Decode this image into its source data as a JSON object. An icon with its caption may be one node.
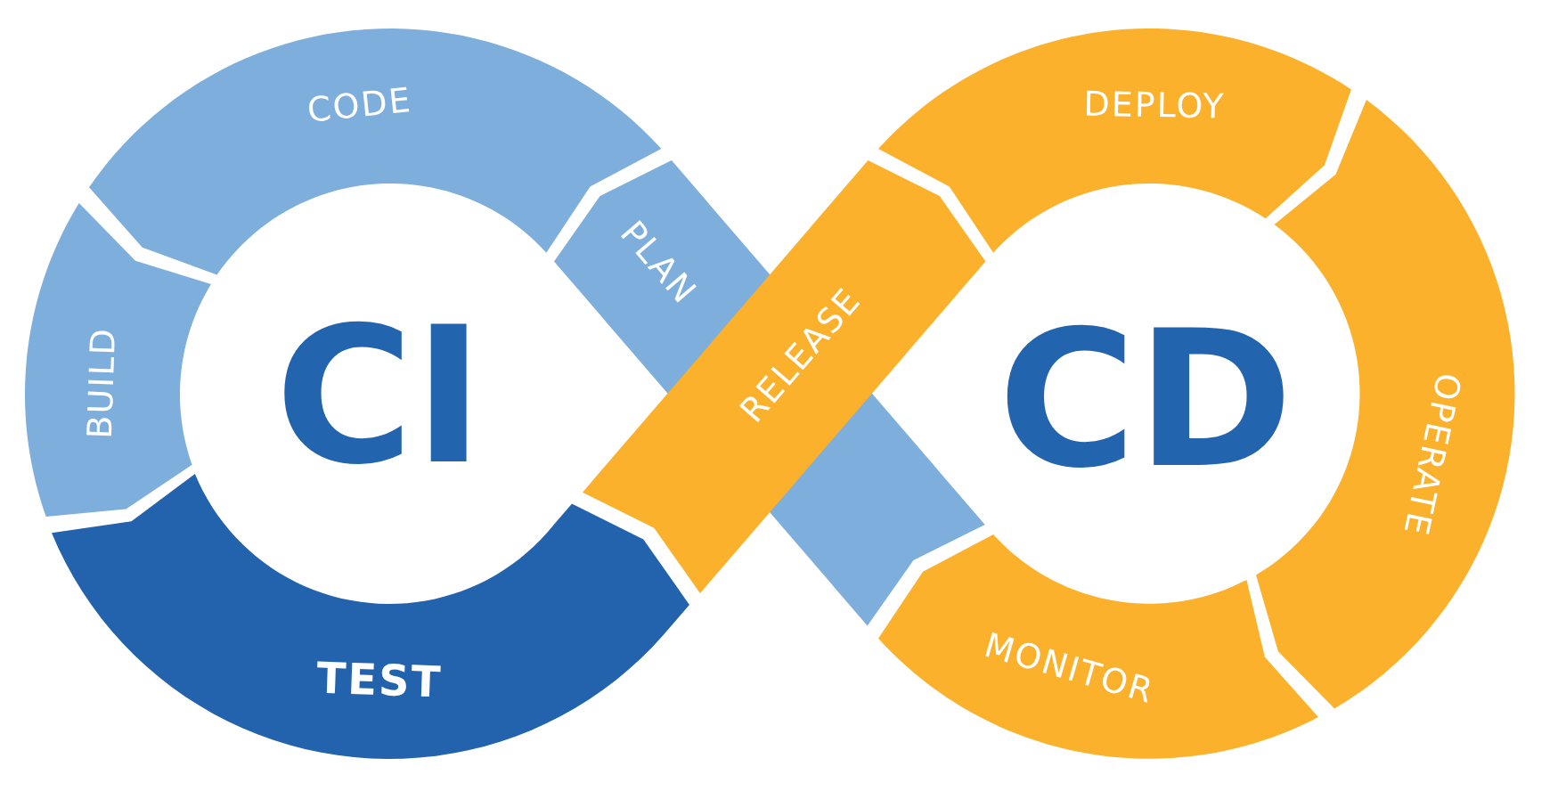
{
  "diagram": {
    "nodes": [
      {
        "text": [
          "CODE"
        ]
      },
      {
        "text": [
          "BUILD"
        ]
      },
      {
        "text": [
          "TEST"
        ]
      },
      {
        "text": [
          "RELEASE"
        ]
      },
      {
        "text": [
          "DEPLOY"
        ]
      },
      {
        "text": [
          "OPERATE"
        ]
      },
      {
        "text": [
          "MONITOR"
        ]
      },
      {
        "text": [
          "PLAN"
        ]
      }
    ],
    "labels": [
      "CI",
      "CD"
    ]
  }
}
